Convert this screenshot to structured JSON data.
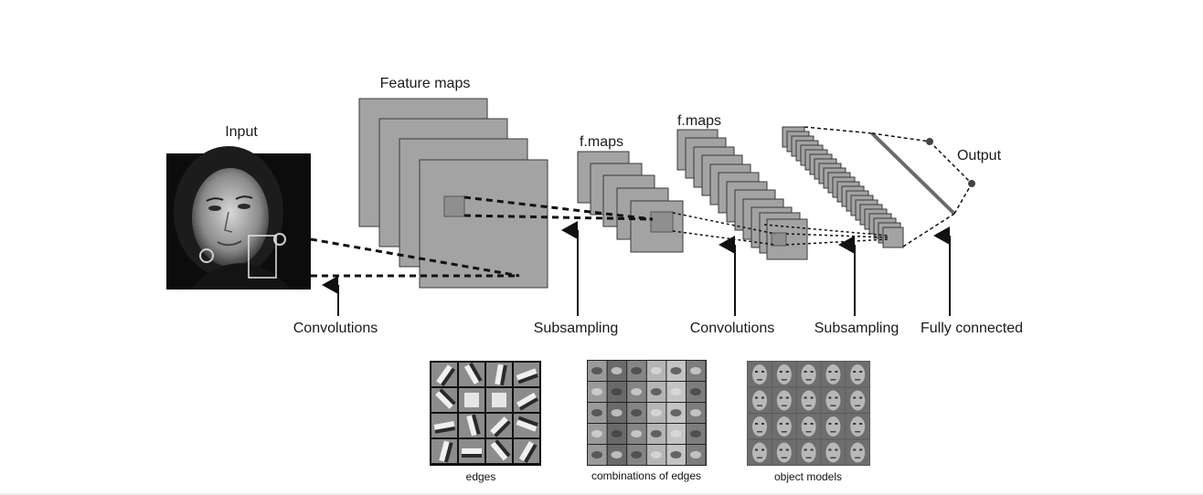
{
  "labels": {
    "input": "Input",
    "feature_maps": "Feature maps",
    "fmaps_1": "f.maps",
    "fmaps_2": "f.maps",
    "output": "Output"
  },
  "stages": [
    "Convolutions",
    "Subsampling",
    "Convolutions",
    "Subsampling",
    "Fully connected"
  ],
  "bottom_images": [
    {
      "caption": "edges",
      "depicts": "edge-filter-grid"
    },
    {
      "caption": "combinations of edges",
      "depicts": "face-part-features-grid"
    },
    {
      "caption": "object models",
      "depicts": "face-templates-grid"
    }
  ],
  "colors": {
    "map_fill": "#a3a3a3",
    "map_stroke": "#3a3a3a",
    "text": "#1a1a1a"
  }
}
